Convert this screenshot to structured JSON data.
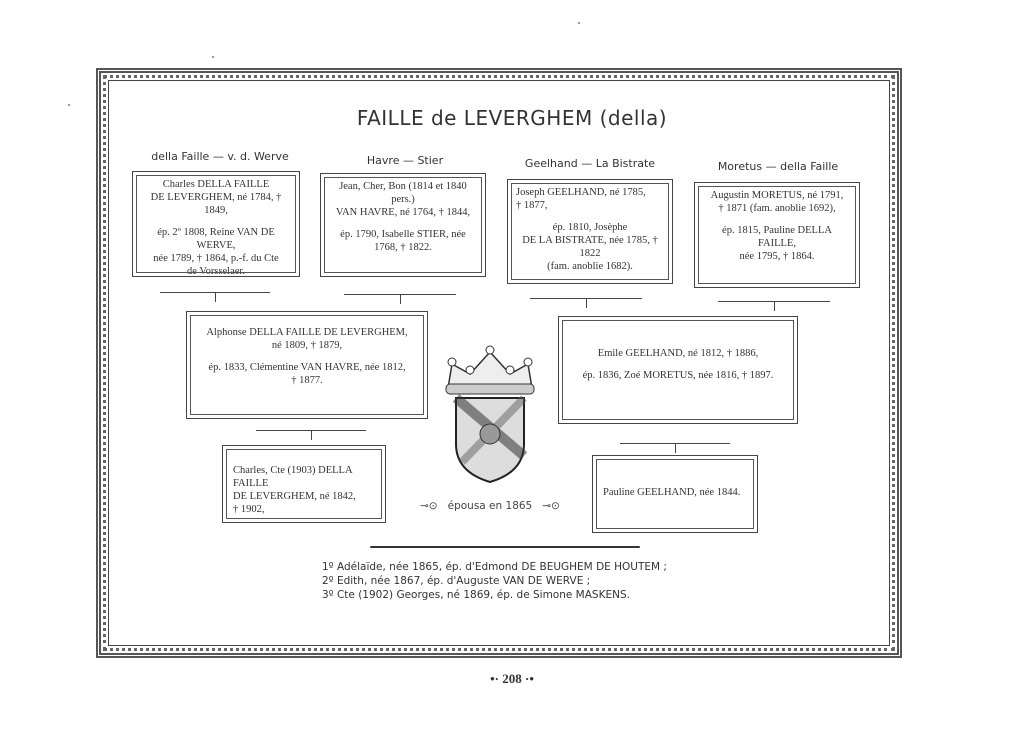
{
  "title": "FAILLE de LEVERGHEM (della)",
  "column_headers": [
    "della Faille — v. d. Werve",
    "Havre — Stier",
    "Geelhand — La Bistrate",
    "Moretus — della Faille"
  ],
  "grandparents": [
    {
      "lines": [
        "Charles DELLA FAILLE",
        "DE LEVERGHEM, né 1784, † 1849,"
      ],
      "spouse": [
        "ép. 2º 1808, Reine VAN DE WERVE,",
        "née 1789, † 1864, p.-f. du Cte",
        "de Vorsselaer."
      ]
    },
    {
      "lines": [
        "Jean, Cher, Bon (1814 et 1840 pers.)",
        "VAN HAVRE, né 1764, † 1844,"
      ],
      "spouse": [
        "ép. 1790, Isabelle STIER, née",
        "1768, † 1822."
      ]
    },
    {
      "lines": [
        "Joseph GEELHAND, né 1785,",
        "† 1877,"
      ],
      "spouse": [
        "ép. 1810, Josèphe",
        "DE LA BISTRATE, née 1785, † 1822",
        "(fam. anoblie 1682)."
      ]
    },
    {
      "lines": [
        "Augustin MORETUS, né 1791,",
        "† 1871 (fam. anoblie 1692),"
      ],
      "spouse": [
        "ép. 1815, Pauline DELLA FAILLE,",
        "née 1795, † 1864."
      ]
    }
  ],
  "parents": [
    {
      "lines": [
        "Alphonse DELLA FAILLE DE LEVERGHEM,",
        "né 1809, † 1879,"
      ],
      "spouse": [
        "ép. 1833, Clémentine VAN HAVRE, née 1812,",
        "† 1877."
      ]
    },
    {
      "lines": [
        "Emile GEELHAND, né 1812, † 1886,"
      ],
      "spouse": [
        "ép. 1836, Zoé MORETUS, née 1816, † 1897."
      ]
    }
  ],
  "couple": [
    {
      "lines": [
        "Charles, Cte (1903) DELLA FAILLE",
        "DE LEVERGHEM, né 1842,",
        "† 1902,"
      ]
    },
    {
      "lines": [
        "Pauline GEELHAND, née 1844."
      ]
    }
  ],
  "epousa": "épousa en 1865",
  "children": [
    "1º Adélaïde, née 1865, ép. d'Edmond DE BEUGHEM DE HOUTEM ;",
    "2º Edith, née 1867, ép. d'Auguste VAN DE WERVE ;",
    "3º Cte (1902) Georges, né 1869, ép. de Simone MASKENS."
  ],
  "page_number": "208",
  "crest_icon": "coat-of-arms-icon"
}
